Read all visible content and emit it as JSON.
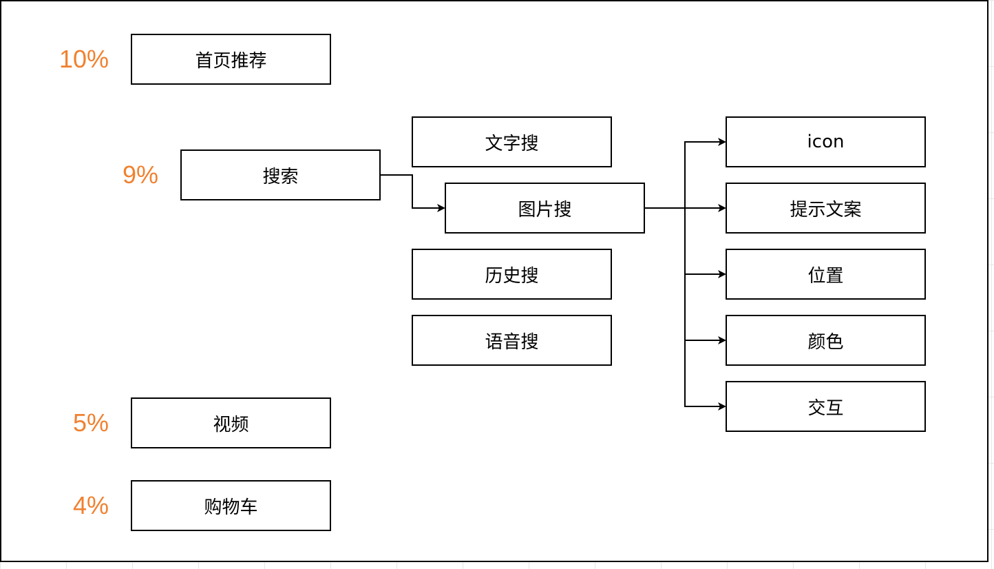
{
  "diagram": {
    "colors": {
      "border": "#000000",
      "percent": "#f0812f",
      "background": "#ffffff"
    },
    "nodes": {
      "home_recommend": {
        "label": "首页推荐",
        "percent": "10%"
      },
      "search": {
        "label": "搜索",
        "percent": "9%"
      },
      "video": {
        "label": "视频",
        "percent": "5%"
      },
      "cart": {
        "label": "购物车",
        "percent": "4%"
      },
      "text_search": {
        "label": "文字搜"
      },
      "image_search": {
        "label": "图片搜"
      },
      "history_search": {
        "label": "历史搜"
      },
      "voice_search": {
        "label": "语音搜"
      },
      "icon": {
        "label": "icon"
      },
      "hint_text": {
        "label": "提示文案"
      },
      "position": {
        "label": "位置"
      },
      "color": {
        "label": "颜色"
      },
      "interaction": {
        "label": "交互"
      }
    },
    "edges": [
      {
        "from": "search",
        "to": "image_search"
      },
      {
        "from": "image_search",
        "to": "icon"
      },
      {
        "from": "image_search",
        "to": "hint_text"
      },
      {
        "from": "image_search",
        "to": "position"
      },
      {
        "from": "image_search",
        "to": "color"
      },
      {
        "from": "image_search",
        "to": "interaction"
      }
    ]
  }
}
